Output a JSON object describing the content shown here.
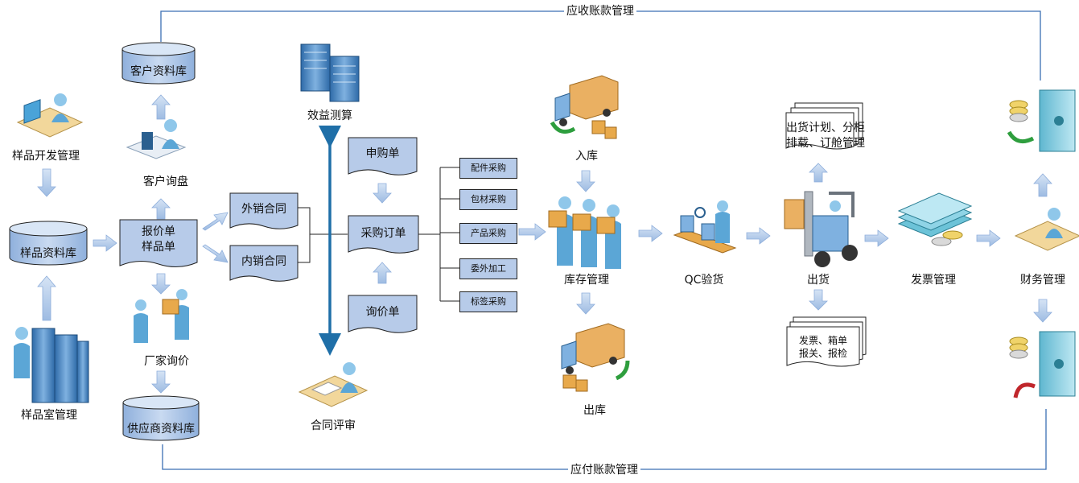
{
  "flow": {
    "receivable": "应收账款管理",
    "payable": "应付账款管理"
  },
  "left": {
    "sample_dev": "样品开发管理",
    "sample_db": "样品资料库",
    "sample_room": "样品室管理",
    "customer_db": "客户资料库",
    "customer_inquiry": "客户询盘",
    "quote_line1": "报价单",
    "quote_line2": "样品单",
    "factory_inquiry": "厂家询价",
    "supplier_db": "供应商资料库"
  },
  "contracts": {
    "export": "外销合同",
    "domestic": "内销合同",
    "benefit": "效益测算",
    "review": "合同评审"
  },
  "purchase": {
    "request": "申购单",
    "order": "采购订单",
    "inquiry": "询价单",
    "types": [
      "配件采购",
      "包材采购",
      "产品采购",
      "委外加工",
      "标签采购"
    ]
  },
  "inventory": {
    "inbound": "入库",
    "manage": "库存管理",
    "outbound": "出库"
  },
  "qc": "QC验货",
  "shipping": {
    "label": "出货",
    "plan_line1": "出货计划、分柜",
    "plan_line2": "排载、订舱管理",
    "docs_line1": "发票、箱单",
    "docs_line2": "报关、报检"
  },
  "invoice": "发票管理",
  "finance": "财务管理",
  "colors": {
    "box_fill": "#b7cbe9",
    "arrow": "#a9c4e6",
    "loop_line": "#3b6fb3",
    "double_arrow": "#1f6fa8"
  }
}
